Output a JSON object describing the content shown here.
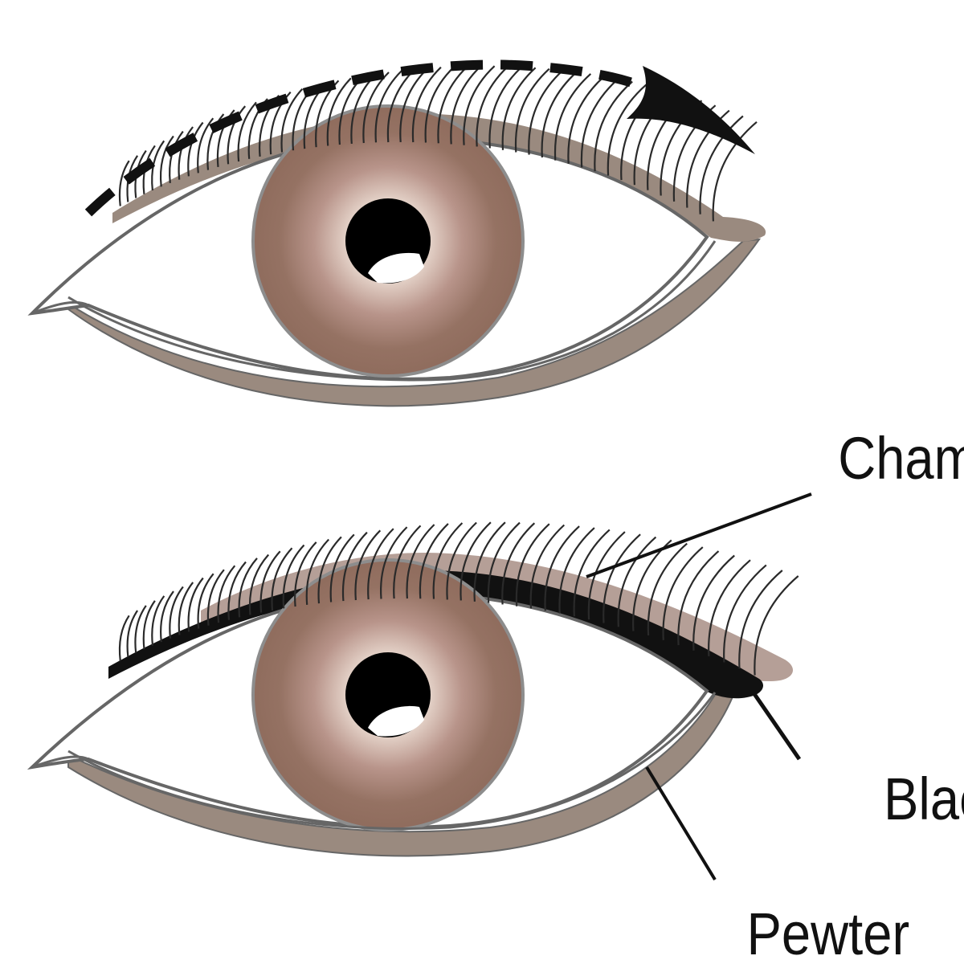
{
  "colors": {
    "iris": "#957263",
    "iris_center": "#fbf5f0",
    "pupil": "#000000",
    "outline": "#666666",
    "pewter": "#9a8a7f",
    "champagne": "#b59f97",
    "black_liner": "#111111",
    "lash": "#2a2a2a",
    "background": "#ffffff"
  },
  "diagram": {
    "top_eye": {
      "arrow": {
        "style": "dashed",
        "direction": "outer-corner",
        "icon": "dashed-arrow-icon"
      }
    },
    "bottom_eye": {
      "labels": {
        "champagne": "Champagne",
        "black": "Black",
        "pewter": "Pewter"
      }
    }
  }
}
